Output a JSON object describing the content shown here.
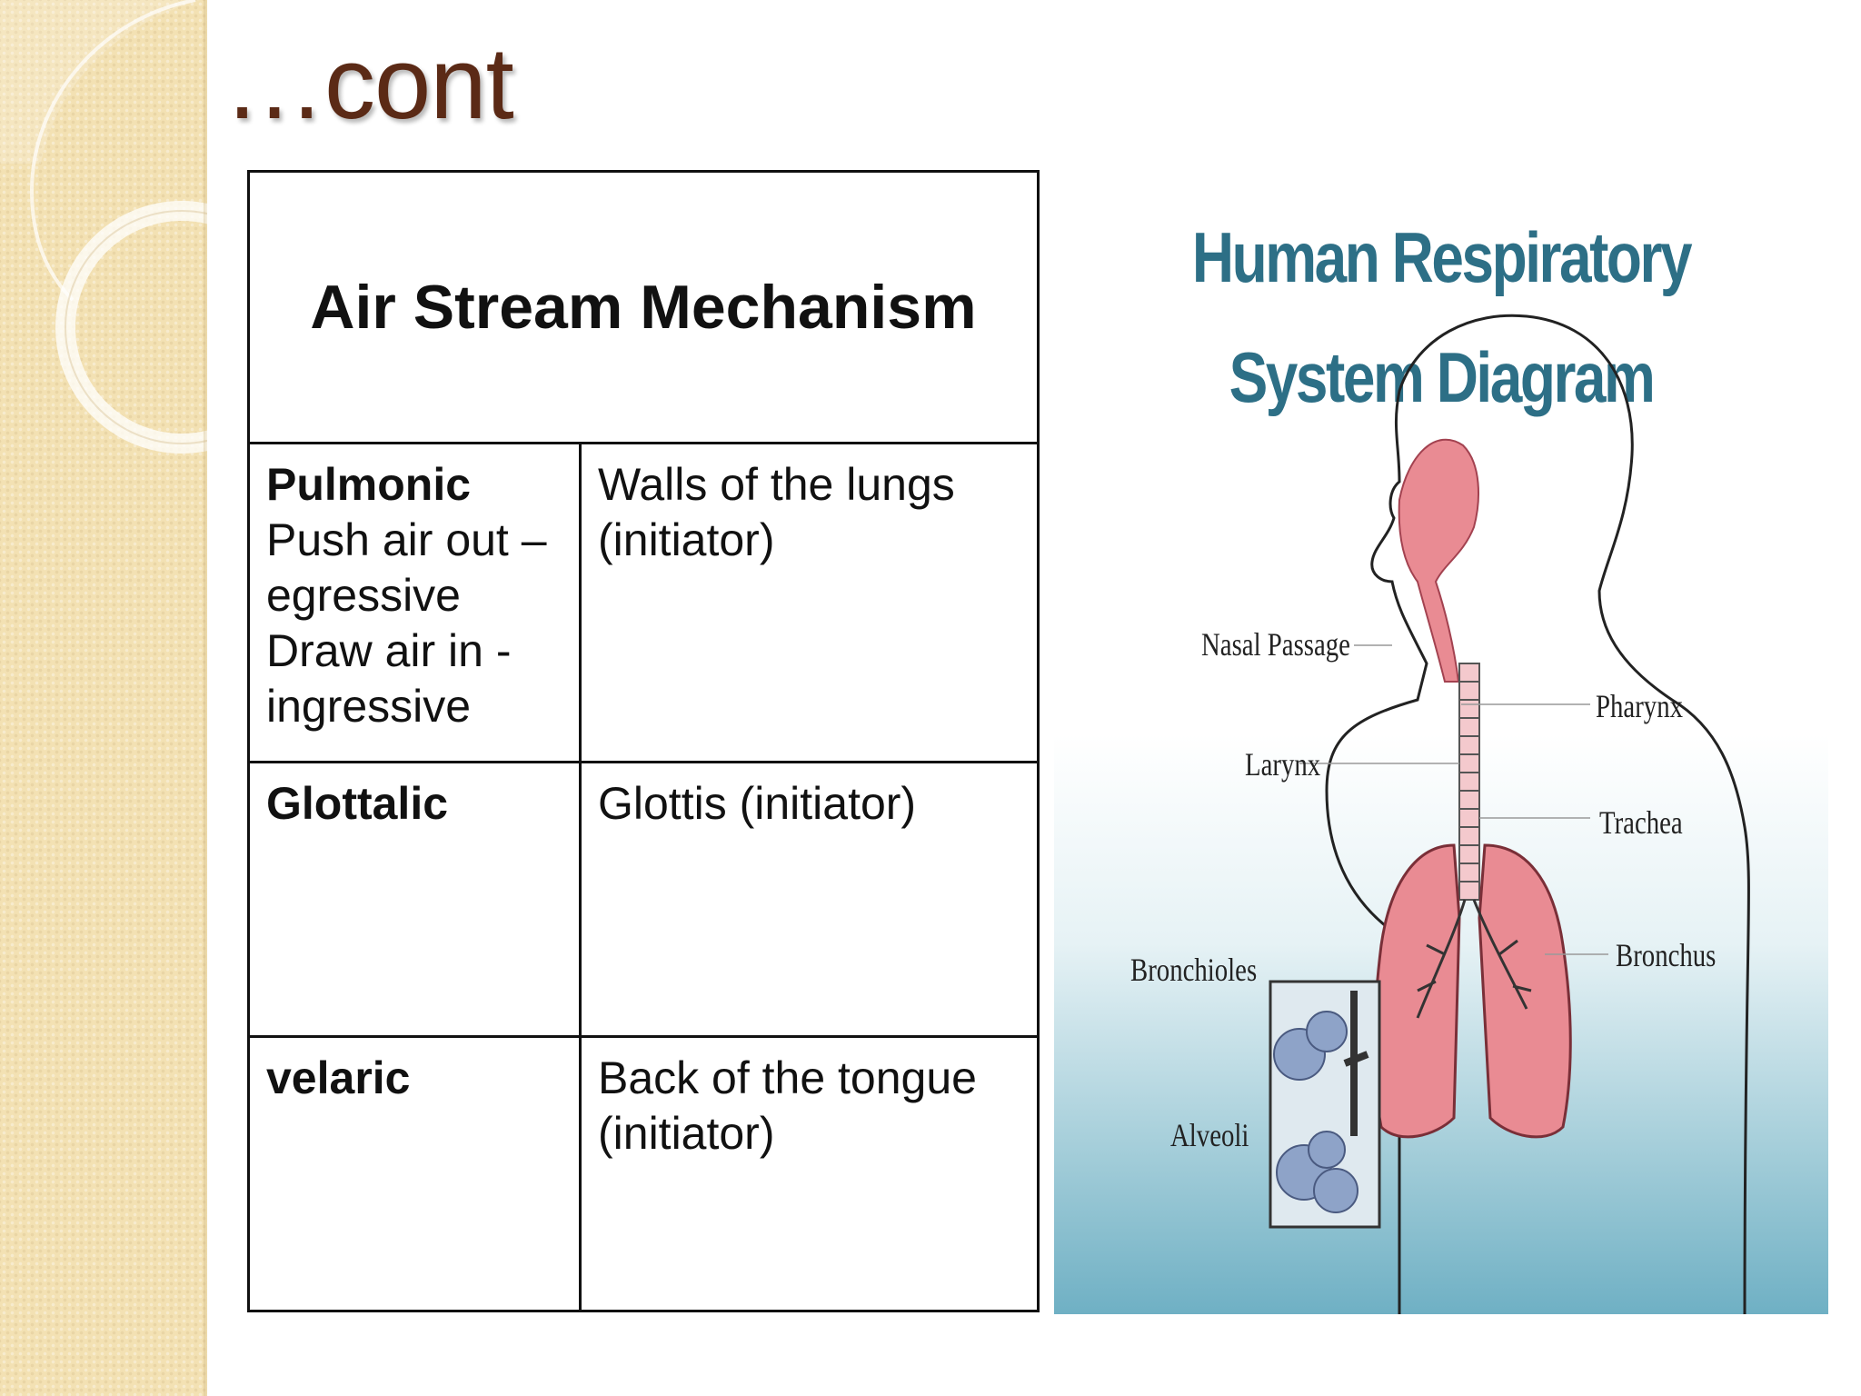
{
  "slide": {
    "title": "…cont"
  },
  "table": {
    "header": "Air Stream Mechanism",
    "rows": [
      {
        "name": "Pulmonic",
        "details": [
          "Push air out –",
          "egressive",
          "Draw air in -",
          "ingressive"
        ],
        "initiator": [
          "Walls of the lungs",
          "(initiator)"
        ]
      },
      {
        "name": "Glottalic",
        "details": [],
        "initiator": [
          "Glottis (initiator)"
        ]
      },
      {
        "name": "velaric",
        "details": [],
        "initiator": [
          "Back of the tongue",
          "(initiator)"
        ]
      }
    ]
  },
  "diagram": {
    "title_line1": "Human Respiratory",
    "title_line2": "System Diagram",
    "labels": {
      "nasal_passage": "Nasal Passage",
      "pharynx": "Pharynx",
      "larynx": "Larynx",
      "trachea": "Trachea",
      "bronchioles": "Bronchioles",
      "bronchus": "Bronchus",
      "alveoli": "Alveoli"
    }
  },
  "colors": {
    "title": "#5b2a16",
    "sidebar": "#f3e1b3",
    "diagram_title": "#2d6f86",
    "lung": "#e98b93"
  }
}
